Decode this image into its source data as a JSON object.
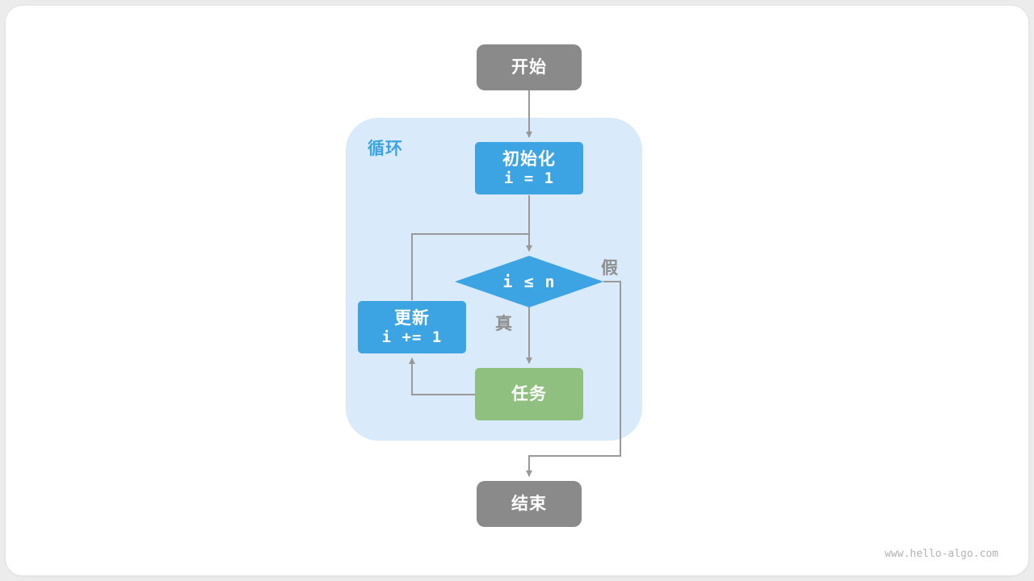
{
  "diagram": {
    "nodes": {
      "start": {
        "label": "开始"
      },
      "init": {
        "line1": "初始化",
        "line2": "i = 1"
      },
      "condition": {
        "label": "i ≤ n"
      },
      "task": {
        "label": "任务"
      },
      "update": {
        "line1": "更新",
        "line2": "i += 1"
      },
      "end": {
        "label": "结束"
      }
    },
    "labels": {
      "loop_region": "循环",
      "true_branch": "真",
      "false_branch": "假"
    },
    "colors": {
      "node_gray": "#8a8a8a",
      "node_blue": "#3da4e4",
      "node_green": "#8fc07f",
      "region_bg": "#d9eafb",
      "arrow": "#999999",
      "branch_label": "#8f8f8f"
    },
    "watermark": "www.hello-algo.com"
  }
}
